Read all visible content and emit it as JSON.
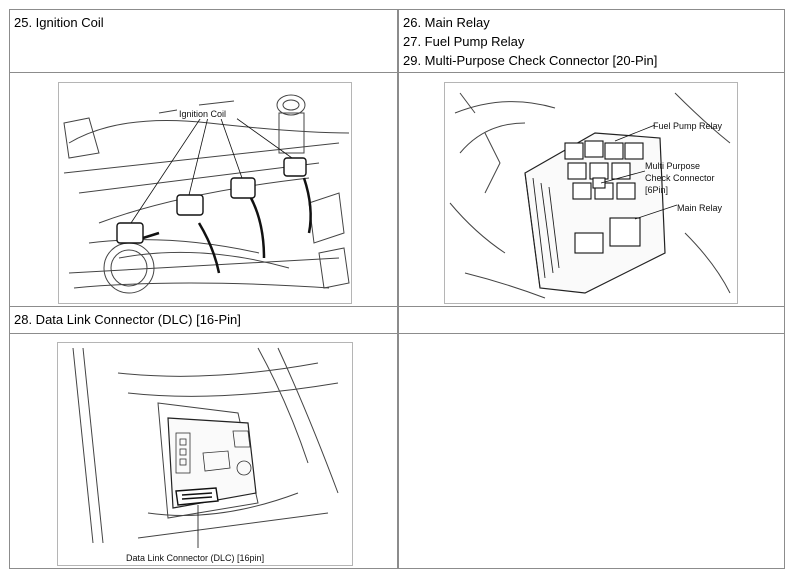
{
  "cells": {
    "r1c1_title": "25. Ignition Coil",
    "r1c2_lines": [
      "26. Main Relay",
      "27. Fuel Pump Relay",
      "29. Multi-Purpose Check Connector [20-Pin]"
    ],
    "r3c1_title": "28. Data Link Connector (DLC) [16-Pin]",
    "r3c2_title": ""
  },
  "figures": {
    "ignition": {
      "label": "Ignition Coil"
    },
    "relay": {
      "labels": {
        "fuel_pump": "Fuel Pump Relay",
        "multi_1": "Multi Purpose",
        "multi_2": "Check Connector",
        "multi_3": "[6Pin]",
        "main": "Main Relay"
      }
    },
    "dlc": {
      "label": "Data Link Connector (DLC) [16pin]"
    }
  }
}
